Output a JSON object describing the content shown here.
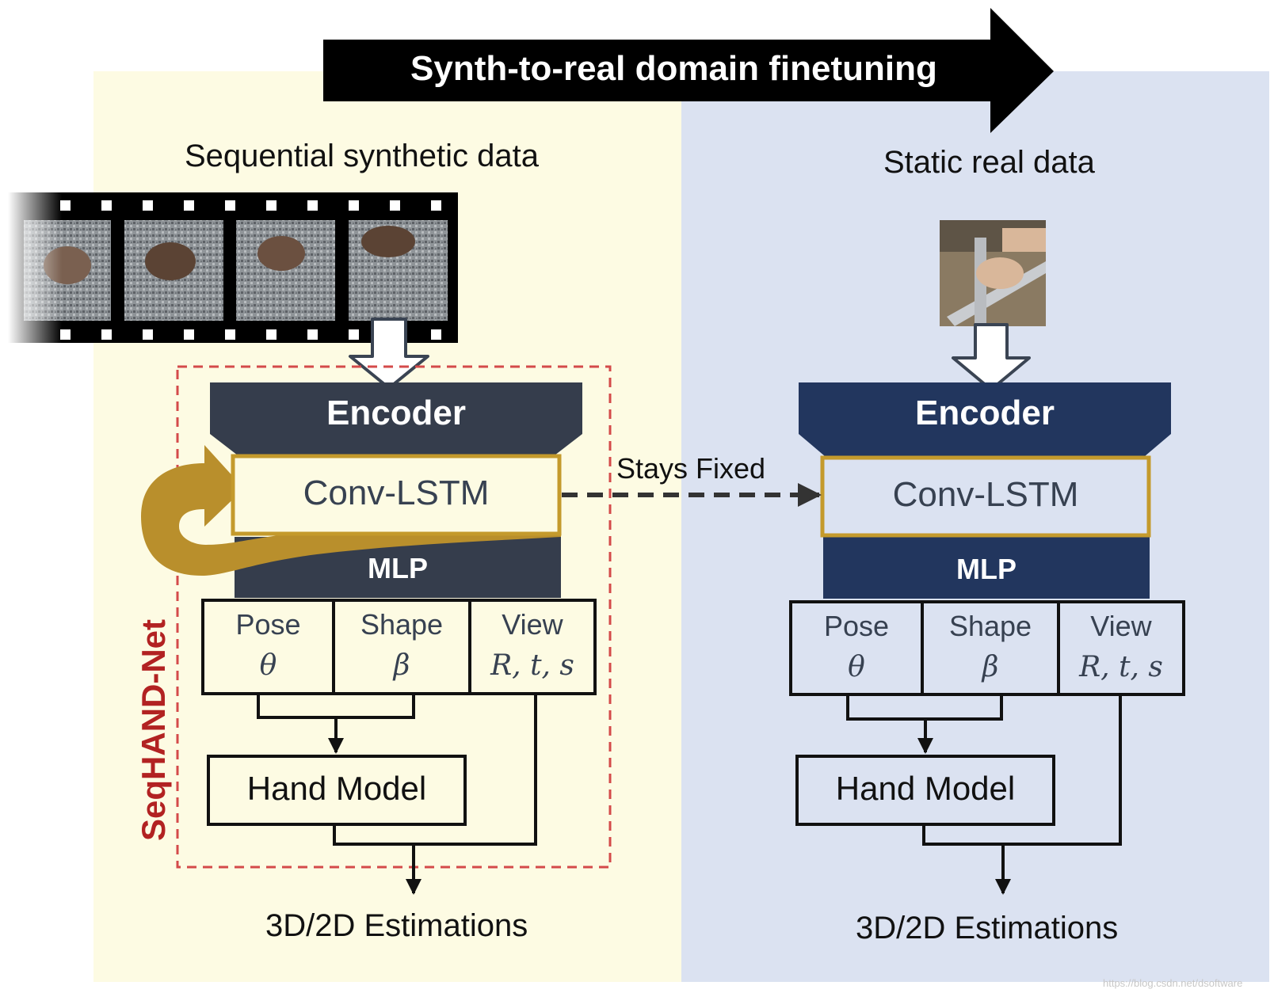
{
  "banner": {
    "label": "Synth-to-real domain finetuning"
  },
  "left": {
    "section_title": "Sequential synthetic data",
    "network_label": "SeqHAND-Net",
    "encoder_label": "Encoder",
    "lstm_label": "Conv-LSTM",
    "mlp_label": "MLP",
    "cells": [
      {
        "name": "Pose",
        "symbol": "θ"
      },
      {
        "name": "Shape",
        "symbol": "β"
      },
      {
        "name": "View",
        "symbol": "R, t, s"
      }
    ],
    "hand_model_label": "Hand Model",
    "output_label": "3D/2D Estimations"
  },
  "right": {
    "section_title": "Static real data",
    "encoder_label": "Encoder",
    "lstm_label": "Conv-LSTM",
    "mlp_label": "MLP",
    "cells": [
      {
        "name": "Pose",
        "symbol": "θ"
      },
      {
        "name": "Shape",
        "symbol": "β"
      },
      {
        "name": "View",
        "symbol": "R, t, s"
      }
    ],
    "hand_model_label": "Hand Model",
    "output_label": "3D/2D Estimations"
  },
  "link": {
    "label": "Stays Fixed"
  },
  "watermark": "https://blog.csdn.net/dsoftware",
  "colors": {
    "left_panel_bg": "#fdfbe3",
    "right_panel_bg": "#dbe2f1",
    "left_encoder": "#353d4c",
    "right_encoder": "#22365e",
    "lstm_border": "#c49a2c",
    "recurrent_arrow": "#b98f2c",
    "dashed_box": "#d44a4a",
    "network_label": "#b22222"
  }
}
